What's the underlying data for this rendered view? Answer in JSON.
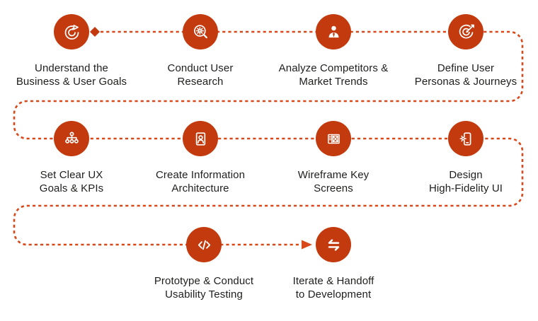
{
  "diagram": {
    "kind": "process-flow",
    "connector": {
      "style": "dashed",
      "start_marker": "diamond",
      "end_marker": "arrowhead"
    }
  },
  "colors": {
    "node_fill": "#c23a0d",
    "connector": "#d9481a",
    "icon": "#ffffff",
    "label_text": "#1e1e1c",
    "background": "#ffffff"
  },
  "steps": [
    {
      "id": 1,
      "icon": "goal-target-icon",
      "label_line1": "Understand the",
      "label_line2": "Business & User Goals"
    },
    {
      "id": 2,
      "icon": "research-magnifier-icon",
      "label_line1": "Conduct User",
      "label_line2": "Research"
    },
    {
      "id": 3,
      "icon": "businessman-icon",
      "label_line1": "Analyze Competitors &",
      "label_line2": "Market Trends"
    },
    {
      "id": 4,
      "icon": "target-dart-icon",
      "label_line1": "Define User",
      "label_line2": "Personas & Journeys"
    },
    {
      "id": 5,
      "icon": "sitemap-icon",
      "label_line1": "Set Clear UX",
      "label_line2": "Goals & KPIs"
    },
    {
      "id": 6,
      "icon": "id-card-icon",
      "label_line1": "Create Information",
      "label_line2": "Architecture"
    },
    {
      "id": 7,
      "icon": "wireframe-icon",
      "label_line1": "Wireframe Key",
      "label_line2": "Screens"
    },
    {
      "id": 8,
      "icon": "phone-gear-icon",
      "label_line1": "Design",
      "label_line2": "High-Fidelity UI"
    },
    {
      "id": 9,
      "icon": "code-icon",
      "label_line1": "Prototype & Conduct",
      "label_line2": "Usability Testing"
    },
    {
      "id": 10,
      "icon": "swap-arrows-icon",
      "label_line1": "Iterate & Handoff",
      "label_line2": "to Development"
    }
  ]
}
